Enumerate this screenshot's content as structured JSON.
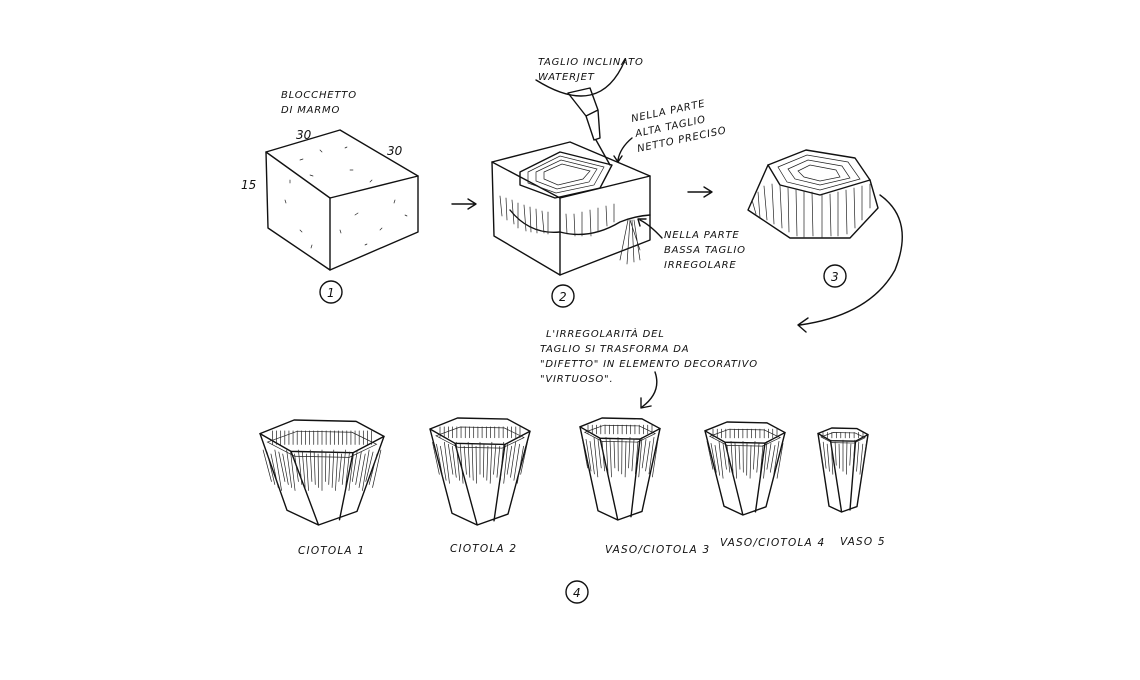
{
  "step1": {
    "label_line1": "BLOCCHETTO",
    "label_line2": "DI MARMO",
    "dim_width": "30",
    "dim_depth": "30",
    "dim_height": "15",
    "number": "1"
  },
  "step2": {
    "tool_line1": "TAGLIO INCLINATO",
    "tool_line2": "WATERJET",
    "top_note": [
      "NELLA PARTE",
      "ALTA TAGLIO",
      "NETTO PRECISO"
    ],
    "bottom_note": [
      "NELLA PARTE",
      "BASSA TAGLIO",
      "IRREGOLARE"
    ],
    "number": "2"
  },
  "step3": {
    "number": "3"
  },
  "note": {
    "lines": [
      "L'IRREGOLARITÀ DEL",
      "TAGLIO SI TRASFORMA DA",
      "\"DIFETTO\" IN ELEMENTO DECORATIVO",
      "\"VIRTUOSO\"."
    ]
  },
  "step4": {
    "number": "4",
    "items": [
      {
        "label": "CIOTOLA 1"
      },
      {
        "label": "CIOTOLA 2"
      },
      {
        "label": "VASO/CIOTOLA 3"
      },
      {
        "label": "VASO/CIOTOLA 4"
      },
      {
        "label": "VASO 5"
      }
    ]
  }
}
